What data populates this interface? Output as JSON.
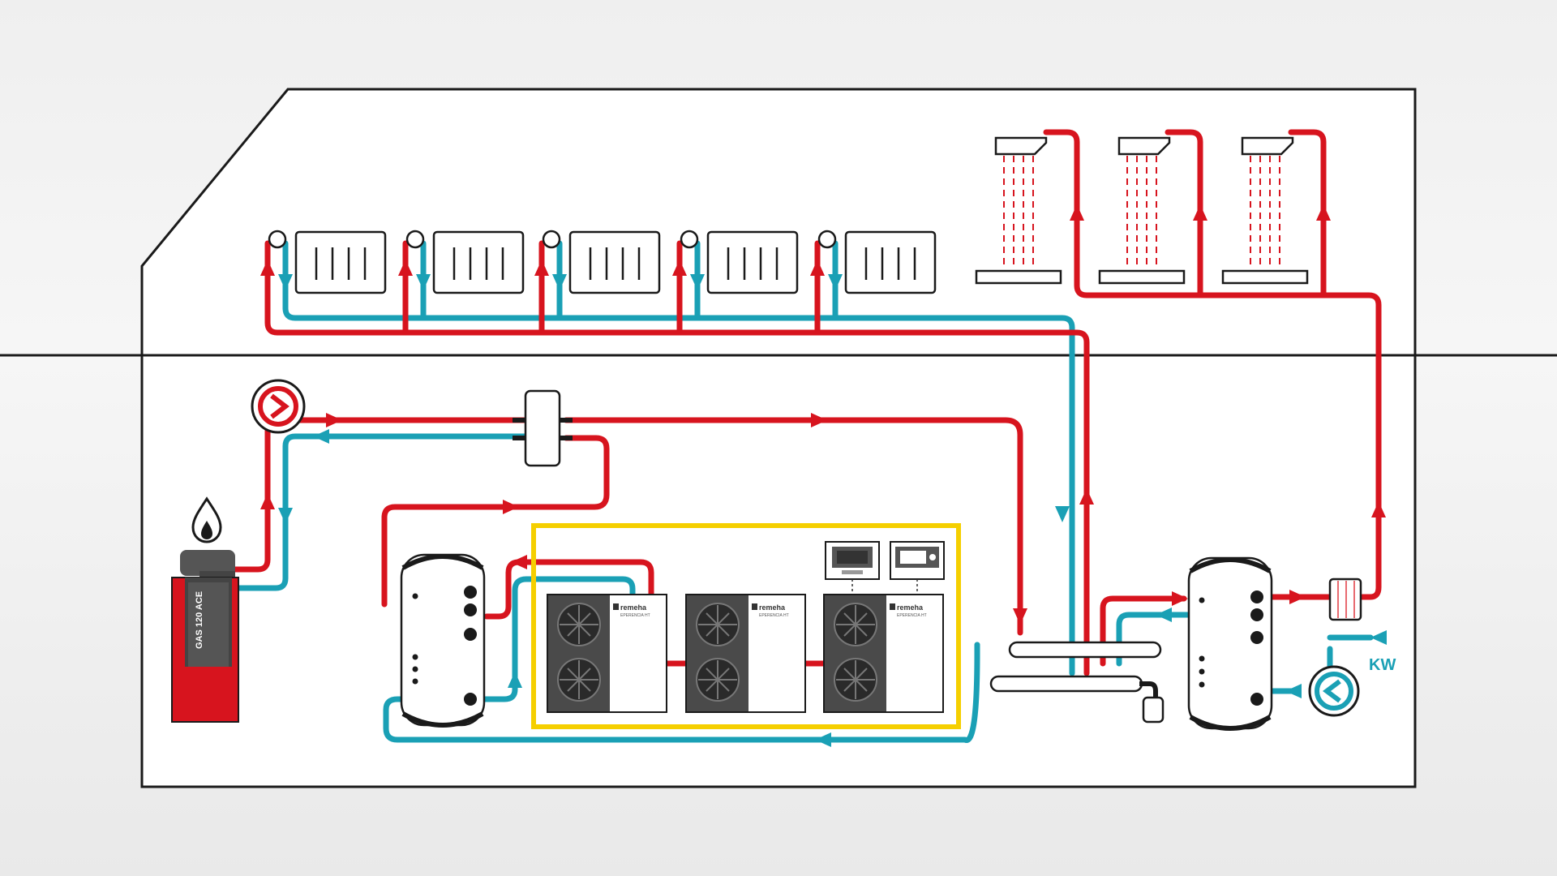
{
  "boiler": {
    "model_label": "GAS 120 ACE"
  },
  "heat_pump": {
    "brand": "remeha",
    "model": "EPERENCIA HT"
  },
  "cold_water": {
    "label": "KW"
  },
  "colors": {
    "supply": "#d7141e",
    "return": "#1aa0b5",
    "outline": "#1a1a1a",
    "cascade_frame": "#f5cf00",
    "boiler_body": "#d7141e"
  }
}
